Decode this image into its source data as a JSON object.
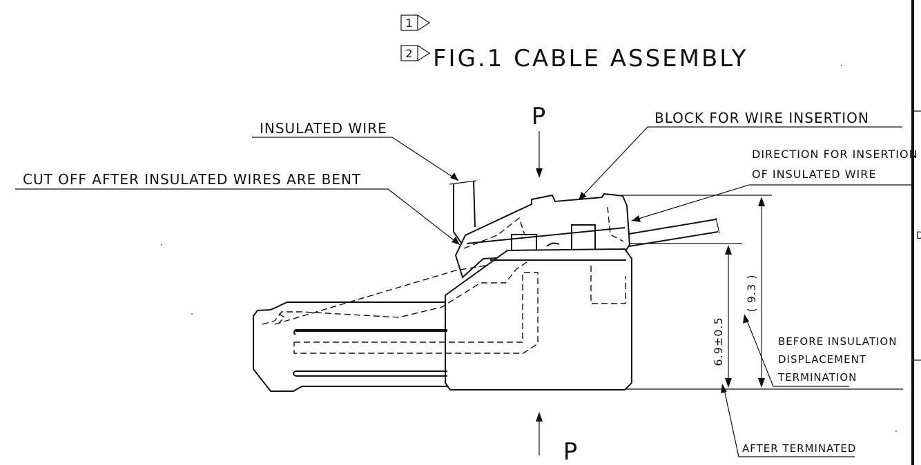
{
  "header": {
    "note1_number": "1",
    "note2_number": "2",
    "figure_title": "FIG.1 CABLE ASSEMBLY"
  },
  "callouts": {
    "insulated_wire": "INSULATED WIRE",
    "cut_off": "CUT OFF AFTER INSULATED WIRES ARE BENT",
    "block": "BLOCK FOR WIRE INSERTION",
    "direction_line1": "DIRECTION FOR INSERTION",
    "direction_line2": "OF INSULATED WIRE",
    "before_line1": "BEFORE INSULATION",
    "before_line2": "DISPLACEMENT",
    "before_line3": "TERMINATION",
    "after": "AFTER TERMINATED"
  },
  "pressure": {
    "top": "P",
    "bottom": "P"
  },
  "dimensions": {
    "after_height": "6.9±0.5",
    "before_height": "( 9.3 )"
  },
  "margin_marks": {
    "right_edge_letter": "D"
  }
}
